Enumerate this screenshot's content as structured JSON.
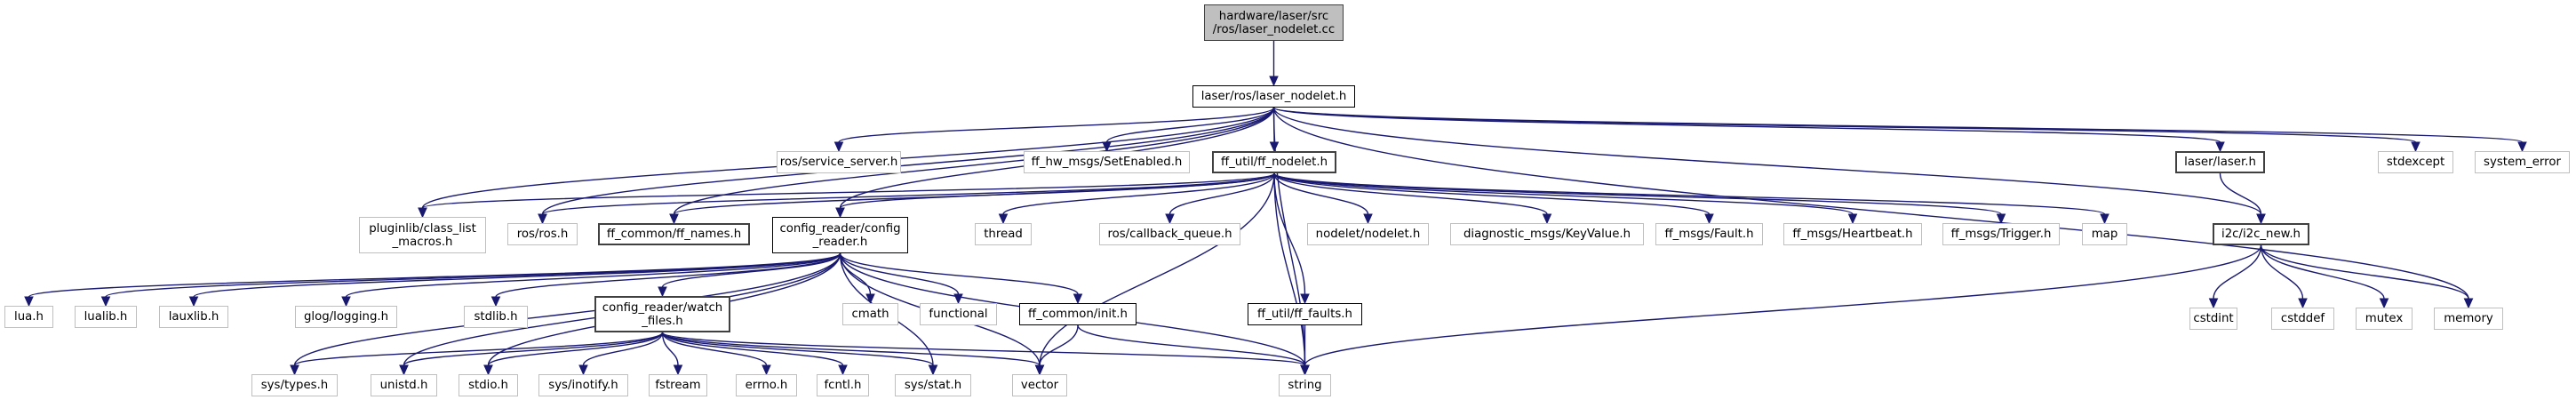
{
  "title": "Include dependency graph for hardware/laser/src/ros/laser_nodelet.cc",
  "colors": {
    "edge": "#191970",
    "root_fill": "#bfbfbf",
    "documented_border": "#000000",
    "external_border": "#bfbfbf"
  },
  "nodes": [
    {
      "id": "root",
      "label": "hardware/laser/src\n/ros/laser_nodelet.cc",
      "kind": "root"
    },
    {
      "id": "laser_nodelet_h",
      "label": "laser/ros/laser_nodelet.h",
      "kind": "doc"
    },
    {
      "id": "ros_service_server",
      "label": "ros/service_server.h",
      "kind": "ext"
    },
    {
      "id": "ff_hw_msgs_setenabled",
      "label": "ff_hw_msgs/SetEnabled.h",
      "kind": "ext"
    },
    {
      "id": "ff_nodelet_h",
      "label": "ff_util/ff_nodelet.h",
      "kind": "doc"
    },
    {
      "id": "laser_h",
      "label": "laser/laser.h",
      "kind": "doc"
    },
    {
      "id": "stdexcept",
      "label": "stdexcept",
      "kind": "ext"
    },
    {
      "id": "system_error",
      "label": "system_error",
      "kind": "ext"
    },
    {
      "id": "pluginlib",
      "label": "pluginlib/class_list\n_macros.h",
      "kind": "ext"
    },
    {
      "id": "ros_ros",
      "label": "ros/ros.h",
      "kind": "ext"
    },
    {
      "id": "ff_names",
      "label": "ff_common/ff_names.h",
      "kind": "doc"
    },
    {
      "id": "config_reader",
      "label": "config_reader/config\n_reader.h",
      "kind": "doc"
    },
    {
      "id": "thread",
      "label": "thread",
      "kind": "ext"
    },
    {
      "id": "callback_queue",
      "label": "ros/callback_queue.h",
      "kind": "ext"
    },
    {
      "id": "nodelet",
      "label": "nodelet/nodelet.h",
      "kind": "ext"
    },
    {
      "id": "keyvalue",
      "label": "diagnostic_msgs/KeyValue.h",
      "kind": "ext"
    },
    {
      "id": "fault",
      "label": "ff_msgs/Fault.h",
      "kind": "ext"
    },
    {
      "id": "heartbeat",
      "label": "ff_msgs/Heartbeat.h",
      "kind": "ext"
    },
    {
      "id": "trigger",
      "label": "ff_msgs/Trigger.h",
      "kind": "ext"
    },
    {
      "id": "map",
      "label": "map",
      "kind": "ext"
    },
    {
      "id": "i2c_new",
      "label": "i2c/i2c_new.h",
      "kind": "doc"
    },
    {
      "id": "lua",
      "label": "lua.h",
      "kind": "ext"
    },
    {
      "id": "lualib",
      "label": "lualib.h",
      "kind": "ext"
    },
    {
      "id": "lauxlib",
      "label": "lauxlib.h",
      "kind": "ext"
    },
    {
      "id": "glog",
      "label": "glog/logging.h",
      "kind": "ext"
    },
    {
      "id": "stdlib",
      "label": "stdlib.h",
      "kind": "ext"
    },
    {
      "id": "watch_files",
      "label": "config_reader/watch\n_files.h",
      "kind": "doc"
    },
    {
      "id": "cmath",
      "label": "cmath",
      "kind": "ext"
    },
    {
      "id": "functional",
      "label": "functional",
      "kind": "ext"
    },
    {
      "id": "ff_init",
      "label": "ff_common/init.h",
      "kind": "doc"
    },
    {
      "id": "ff_faults",
      "label": "ff_util/ff_faults.h",
      "kind": "doc"
    },
    {
      "id": "cstdint",
      "label": "cstdint",
      "kind": "ext"
    },
    {
      "id": "cstddef",
      "label": "cstddef",
      "kind": "ext"
    },
    {
      "id": "mutex",
      "label": "mutex",
      "kind": "ext"
    },
    {
      "id": "memory",
      "label": "memory",
      "kind": "ext"
    },
    {
      "id": "sys_types",
      "label": "sys/types.h",
      "kind": "ext"
    },
    {
      "id": "unistd",
      "label": "unistd.h",
      "kind": "ext"
    },
    {
      "id": "stdio",
      "label": "stdio.h",
      "kind": "ext"
    },
    {
      "id": "inotify",
      "label": "sys/inotify.h",
      "kind": "ext"
    },
    {
      "id": "fstream",
      "label": "fstream",
      "kind": "ext"
    },
    {
      "id": "errno",
      "label": "errno.h",
      "kind": "ext"
    },
    {
      "id": "fcntl",
      "label": "fcntl.h",
      "kind": "ext"
    },
    {
      "id": "sys_stat",
      "label": "sys/stat.h",
      "kind": "ext"
    },
    {
      "id": "vector",
      "label": "vector",
      "kind": "ext"
    },
    {
      "id": "string",
      "label": "string",
      "kind": "ext"
    }
  ],
  "edges": [
    [
      "root",
      "laser_nodelet_h"
    ],
    [
      "laser_nodelet_h",
      "ros_service_server"
    ],
    [
      "laser_nodelet_h",
      "ff_hw_msgs_setenabled"
    ],
    [
      "laser_nodelet_h",
      "ff_nodelet_h"
    ],
    [
      "laser_nodelet_h",
      "laser_h"
    ],
    [
      "laser_nodelet_h",
      "stdexcept"
    ],
    [
      "laser_nodelet_h",
      "system_error"
    ],
    [
      "laser_nodelet_h",
      "pluginlib"
    ],
    [
      "laser_nodelet_h",
      "ros_ros"
    ],
    [
      "laser_nodelet_h",
      "ff_names"
    ],
    [
      "laser_nodelet_h",
      "config_reader"
    ],
    [
      "laser_nodelet_h",
      "i2c_new"
    ],
    [
      "laser_nodelet_h",
      "memory"
    ],
    [
      "laser_nodelet_h",
      "string"
    ],
    [
      "ff_nodelet_h",
      "pluginlib"
    ],
    [
      "ff_nodelet_h",
      "ros_ros"
    ],
    [
      "ff_nodelet_h",
      "ff_names"
    ],
    [
      "ff_nodelet_h",
      "config_reader"
    ],
    [
      "ff_nodelet_h",
      "thread"
    ],
    [
      "ff_nodelet_h",
      "callback_queue"
    ],
    [
      "ff_nodelet_h",
      "nodelet"
    ],
    [
      "ff_nodelet_h",
      "keyvalue"
    ],
    [
      "ff_nodelet_h",
      "fault"
    ],
    [
      "ff_nodelet_h",
      "heartbeat"
    ],
    [
      "ff_nodelet_h",
      "trigger"
    ],
    [
      "ff_nodelet_h",
      "map"
    ],
    [
      "ff_nodelet_h",
      "ff_faults"
    ],
    [
      "ff_nodelet_h",
      "vector"
    ],
    [
      "ff_nodelet_h",
      "string"
    ],
    [
      "laser_h",
      "i2c_new"
    ],
    [
      "config_reader",
      "lua"
    ],
    [
      "config_reader",
      "lualib"
    ],
    [
      "config_reader",
      "lauxlib"
    ],
    [
      "config_reader",
      "glog"
    ],
    [
      "config_reader",
      "stdlib"
    ],
    [
      "config_reader",
      "watch_files"
    ],
    [
      "config_reader",
      "cmath"
    ],
    [
      "config_reader",
      "functional"
    ],
    [
      "config_reader",
      "ff_init"
    ],
    [
      "config_reader",
      "sys_types"
    ],
    [
      "config_reader",
      "unistd"
    ],
    [
      "config_reader",
      "stdio"
    ],
    [
      "config_reader",
      "sys_stat"
    ],
    [
      "config_reader",
      "vector"
    ],
    [
      "config_reader",
      "string"
    ],
    [
      "ff_init",
      "vector"
    ],
    [
      "ff_init",
      "string"
    ],
    [
      "ff_faults",
      "string"
    ],
    [
      "i2c_new",
      "cstdint"
    ],
    [
      "i2c_new",
      "cstddef"
    ],
    [
      "i2c_new",
      "mutex"
    ],
    [
      "i2c_new",
      "memory"
    ],
    [
      "i2c_new",
      "string"
    ],
    [
      "watch_files",
      "sys_types"
    ],
    [
      "watch_files",
      "unistd"
    ],
    [
      "watch_files",
      "stdio"
    ],
    [
      "watch_files",
      "inotify"
    ],
    [
      "watch_files",
      "fstream"
    ],
    [
      "watch_files",
      "errno"
    ],
    [
      "watch_files",
      "fcntl"
    ],
    [
      "watch_files",
      "sys_stat"
    ],
    [
      "watch_files",
      "vector"
    ],
    [
      "watch_files",
      "string"
    ]
  ]
}
